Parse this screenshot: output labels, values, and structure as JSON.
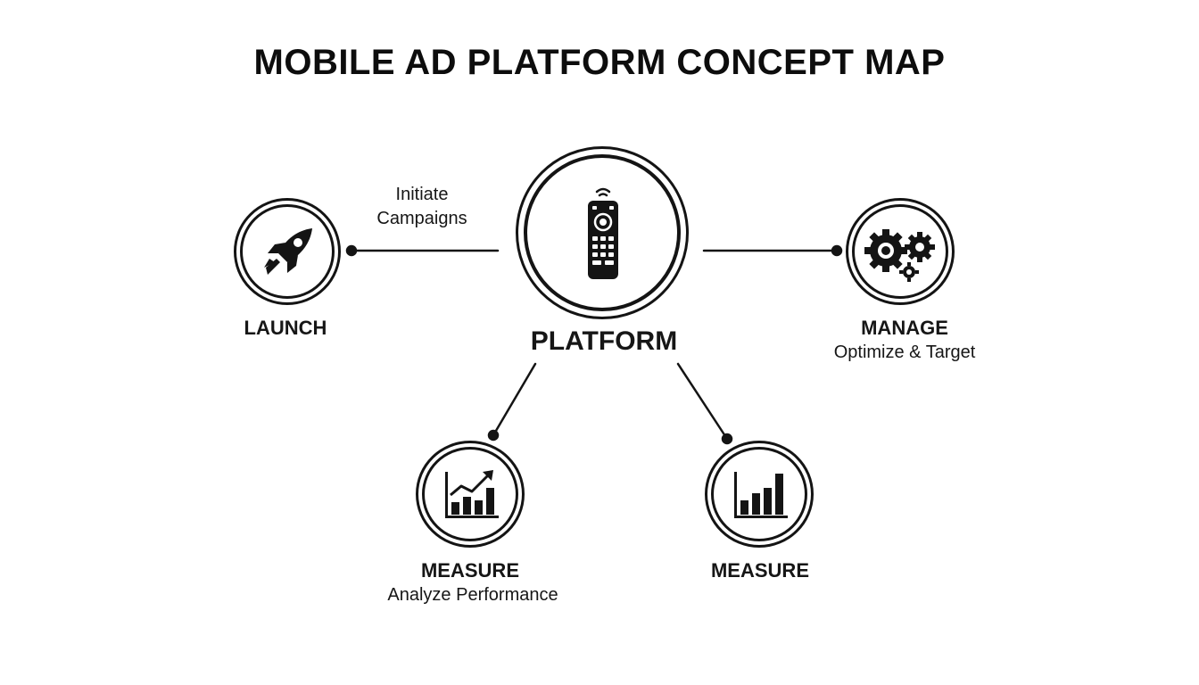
{
  "title": "MOBILE AD PLATFORM CONCEPT MAP",
  "center": {
    "label": "PLATFORM",
    "icon": "remote-control-icon"
  },
  "nodes": {
    "launch": {
      "label": "LAUNCH",
      "edge_label_line1": "Initiate",
      "edge_label_line2": "Campaigns",
      "icon": "rocket-icon"
    },
    "manage": {
      "label": "MANAGE",
      "sublabel": "Optimize & Target",
      "icon": "gears-icon"
    },
    "measure_left": {
      "label": "MEASURE",
      "sublabel": "Analyze Performance",
      "icon": "trending-bar-chart-icon"
    },
    "measure_right": {
      "label": "MEASURE",
      "icon": "bar-chart-icon"
    }
  },
  "colors": {
    "ink": "#141414",
    "background": "#ffffff"
  }
}
